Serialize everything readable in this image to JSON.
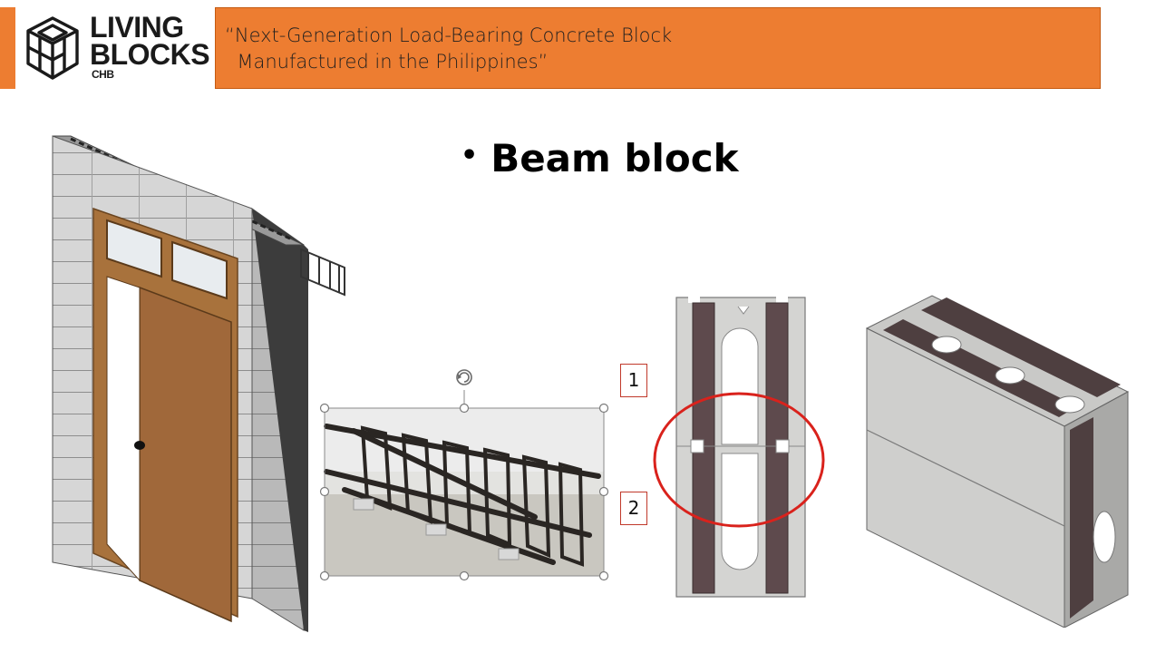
{
  "logo": {
    "line1": "LIVING",
    "line2": "BLOCKS",
    "line3": "CHB",
    "icon": "isometric-block-logo-icon"
  },
  "header": {
    "quote": "“Next-Generation Load-Bearing Concrete Block\n  Manufactured in the Philippines”"
  },
  "title": {
    "bullet": "•",
    "text": "Beam block"
  },
  "labels": {
    "one": "1",
    "two": "2"
  },
  "colors": {
    "accent": "#ed7d31",
    "wood": "#a8723c",
    "concrete": "#d2d2d2",
    "highlight_circle": "#d9221c"
  },
  "icons": {
    "rotate_handle": "rotate-handle-icon"
  }
}
